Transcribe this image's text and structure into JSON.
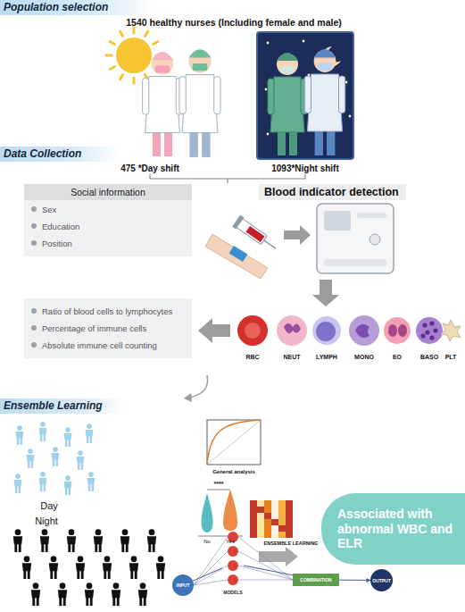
{
  "diagram": {
    "nodes": [
      {
        "text": [
          "Population selection"
        ]
      },
      {
        "text": [
          "Data Collection"
        ]
      },
      {
        "text": [
          "Social information",
          "Sex",
          "Education",
          "Position"
        ]
      },
      {
        "text": [
          "Blood indicator detection"
        ]
      },
      {
        "text": [
          "Ratio of blood cells to lymphocytes",
          "Percentage of immune cells",
          "Absolute immune cell counting"
        ]
      },
      {
        "text": [
          "Ensemble Learning"
        ]
      },
      {
        "text": [
          "INPUT"
        ]
      },
      {
        "text": [
          "MODELS"
        ]
      },
      {
        "text": [
          "COMBINATION"
        ]
      },
      {
        "text": [
          "OUTPUT"
        ]
      },
      {
        "text": [
          "Associated with abnormal WBC and ELR"
        ]
      }
    ],
    "edges": [
      {
        "from": 6,
        "to": 7,
        "arrow": "none"
      },
      {
        "from": 7,
        "to": 8,
        "arrow": "none"
      },
      {
        "from": 8,
        "to": 9,
        "arrow": "to"
      }
    ],
    "labels": [
      "1540 healthy nurses (Including female and male)",
      "475 *Day shift",
      "1093*Night shift",
      "RBC",
      "NEUT",
      "LYMPH",
      "MONO",
      "EO",
      "BASO",
      "PLT",
      "Day",
      "Night",
      "General analysis",
      "****",
      "No",
      "Yes",
      "ENSEMBLE LEARNING"
    ]
  }
}
